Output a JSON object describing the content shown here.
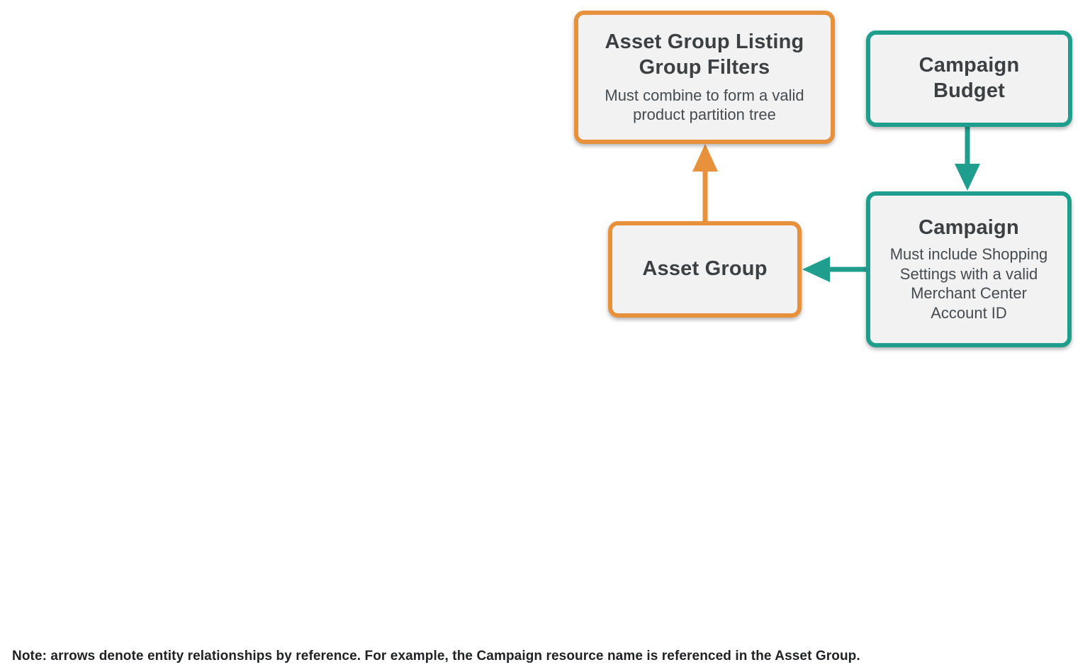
{
  "colors": {
    "orange_accent": "#E8913C",
    "teal_accent": "#1F9E8E",
    "node_fill": "#F1F2F1",
    "title_text": "#3C4043",
    "subtitle_text": "#454B50",
    "note_text": "#1F2124",
    "background": "#FFFFFF"
  },
  "diagram": {
    "nodes": [
      {
        "id": "asset-group-listing-group-filters",
        "title": "Asset Group Listing Group Filters",
        "subtitle": "Must combine to form a valid product partition tree",
        "accent": "orange"
      },
      {
        "id": "campaign-budget",
        "title": "Campaign Budget",
        "subtitle": "",
        "accent": "teal"
      },
      {
        "id": "asset-group",
        "title": "Asset Group",
        "subtitle": "",
        "accent": "orange"
      },
      {
        "id": "campaign",
        "title": "Campaign",
        "subtitle": "Must include Shopping Settings with a valid Merchant Center Account ID",
        "accent": "teal"
      }
    ],
    "edges": [
      {
        "from": "asset-group",
        "to": "asset-group-listing-group-filters",
        "accent": "orange",
        "direction": "up"
      },
      {
        "from": "campaign-budget",
        "to": "campaign",
        "accent": "teal",
        "direction": "down"
      },
      {
        "from": "campaign",
        "to": "asset-group",
        "accent": "teal",
        "direction": "left"
      }
    ]
  },
  "note": "Note: arrows denote entity relationships by reference. For example, the Campaign resource name is referenced in the Asset Group."
}
